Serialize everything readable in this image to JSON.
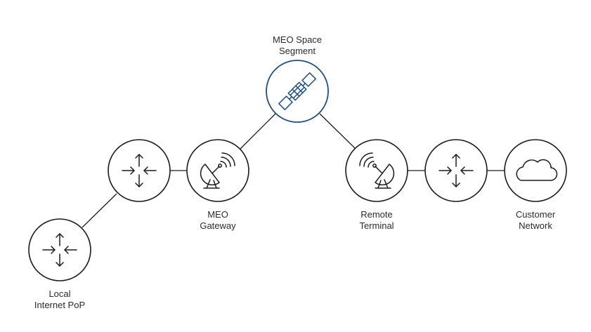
{
  "nodes": {
    "local_pop": {
      "lines": [
        "Local",
        "Internet PoP"
      ],
      "icon": "router-arrows-icon"
    },
    "router_1": {
      "icon": "router-arrows-icon"
    },
    "meo_gateway": {
      "lines": [
        "MEO",
        "Gateway"
      ],
      "icon": "satellite-dish-icon"
    },
    "meo_space": {
      "lines": [
        "MEO Space",
        "Segment"
      ],
      "icon": "satellite-icon",
      "accent": "#1a4f8a"
    },
    "remote_terminal": {
      "lines": [
        "Remote",
        "Terminal"
      ],
      "icon": "satellite-dish-icon"
    },
    "router_2": {
      "icon": "router-arrows-icon"
    },
    "customer_network": {
      "lines": [
        "Customer",
        "Network"
      ],
      "icon": "cloud-icon"
    }
  },
  "colors": {
    "line": "#1c1c1c",
    "accent": "#1a4f8a",
    "text": "#2b2b2b"
  }
}
